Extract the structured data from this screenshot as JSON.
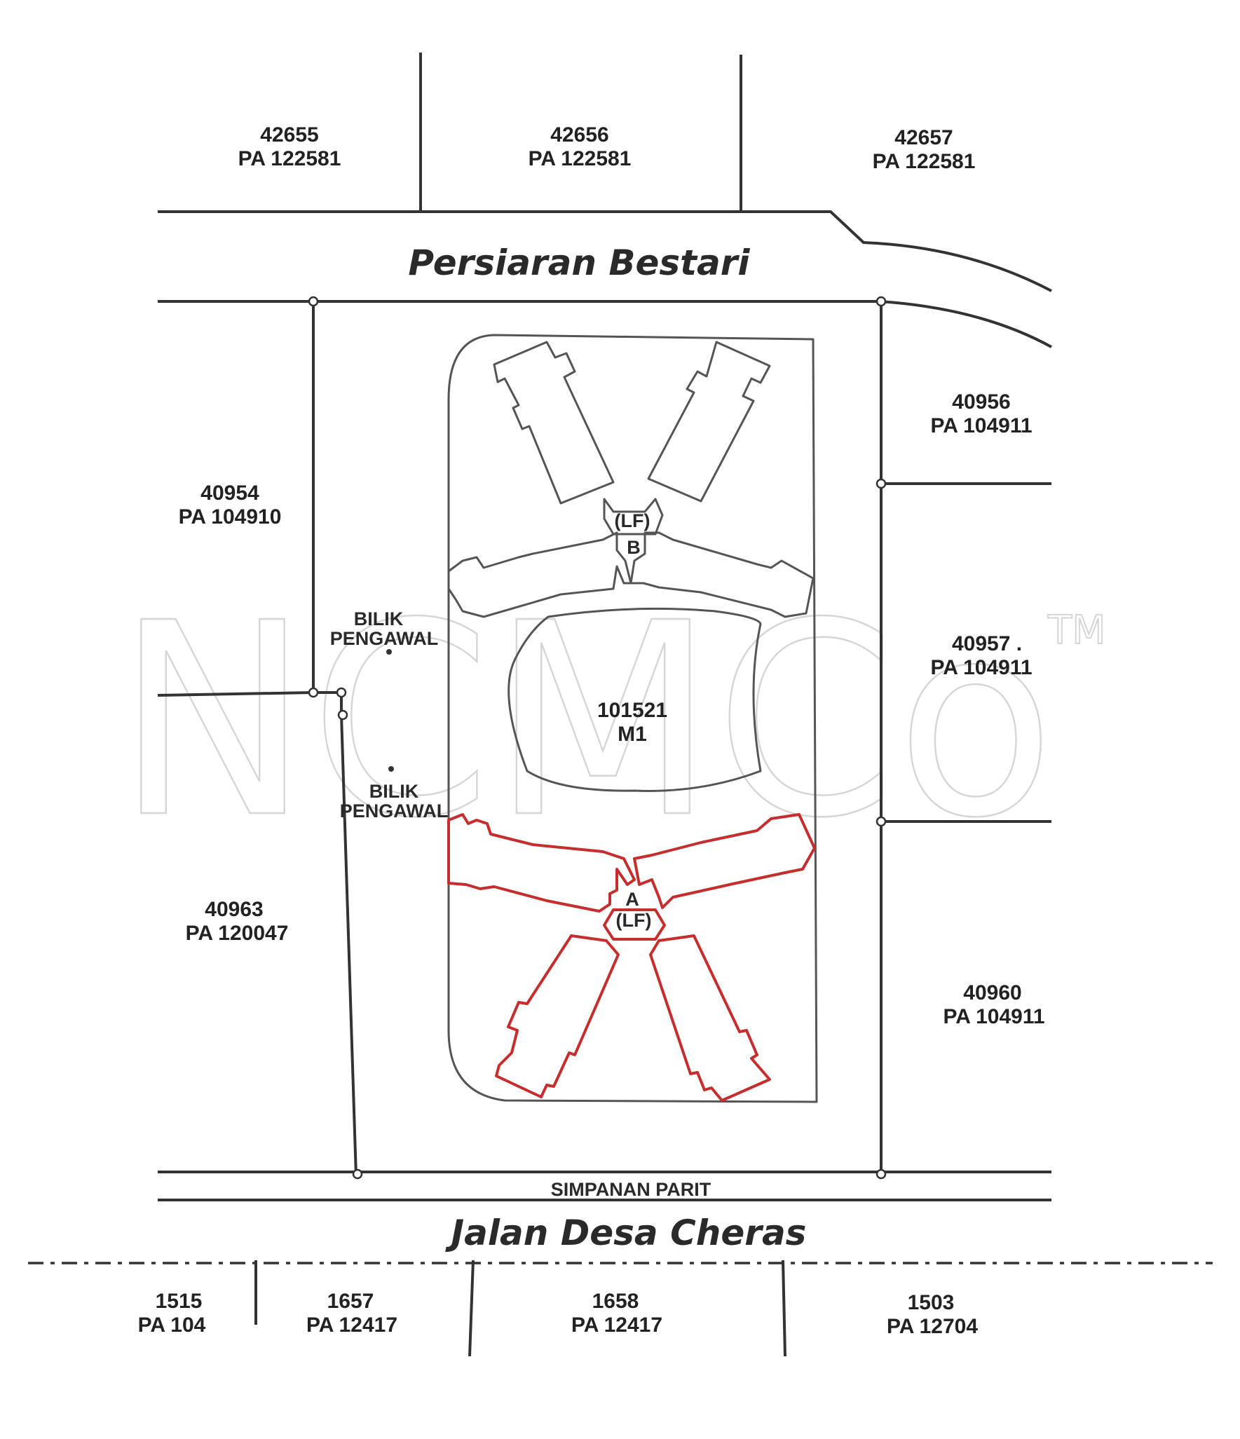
{
  "map": {
    "roads": {
      "north": "Persiaran Bestari",
      "south": "Jalan Desa Cheras",
      "drain_reserve": "SIMPANAN PARIT"
    },
    "lots": {
      "l42655": {
        "no": "42655",
        "pa": "PA 122581"
      },
      "l42656": {
        "no": "42656",
        "pa": "PA 122581"
      },
      "l42657": {
        "no": "42657",
        "pa": "PA 122581"
      },
      "l40954": {
        "no": "40954",
        "pa": "PA 104910"
      },
      "l40956": {
        "no": "40956",
        "pa": "PA 104911"
      },
      "l40957": {
        "no": "40957 .",
        "pa": "PA 104911"
      },
      "l40963": {
        "no": "40963",
        "pa": "PA 120047"
      },
      "l40960": {
        "no": "40960",
        "pa": "PA 104911"
      },
      "l101521": {
        "no": "101521",
        "pa": "M1"
      },
      "l1515": {
        "no": "1515",
        "pa": "PA 104"
      },
      "l1657": {
        "no": "1657",
        "pa": "PA 12417"
      },
      "l1658": {
        "no": "1658",
        "pa": "PA 12417"
      },
      "l1503": {
        "no": "1503",
        "pa": "PA 12704"
      }
    },
    "guardhouse_label": [
      "BILIK",
      "PENGAWAL"
    ],
    "blocks": {
      "a": {
        "letter": "A",
        "lift": "(LF)"
      },
      "b": {
        "letter": "B",
        "lift": "(LF)"
      }
    },
    "watermark": {
      "text": "NCMCo",
      "tm": "TM"
    },
    "colors": {
      "highlight": "#c62d2d",
      "line": "#333333",
      "outline": "#555555",
      "watermark": "#d6d6d6"
    }
  }
}
